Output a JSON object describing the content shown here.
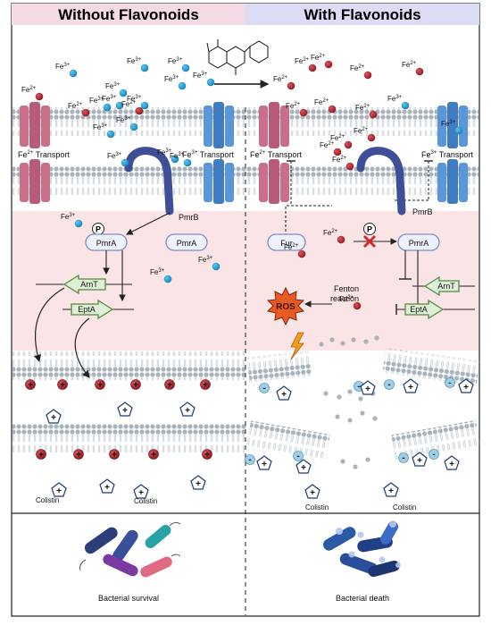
{
  "headers": {
    "left": "Without Flavonoids",
    "right": "With Flavonoids"
  },
  "ions": {
    "fe3": "Fe",
    "fe3_sup": "3+",
    "fe2": "Fe",
    "fe2_sup": "2+"
  },
  "left_panel": {
    "fe2_transport": "Fe",
    "fe2_transport_sup": "2+",
    "transport_word": "Transport",
    "fe3_transport": "Fe",
    "fe3_transport_sup": "3+",
    "pmrb": "PmrB",
    "phospho": "P",
    "pmra_active": "PmrA",
    "pmra_inactive": "PmrA",
    "arnt": "ArnT",
    "epta": "EptA",
    "colistin_1": "Colistin",
    "colistin_2": "Colistin",
    "outcome": "Bacterial survival"
  },
  "right_panel": {
    "fe2_transport": "Fe",
    "fe2_transport_sup": "2+",
    "transport_word": "Transport",
    "fe3_transport": "Fe",
    "fe3_transport_sup": "3+",
    "pmrb": "PmrB",
    "fur": "Fur",
    "phospho": "P",
    "pmra": "PmrA",
    "arnt": "ArnT",
    "epta": "EptA",
    "ros": "ROS",
    "fenton_1": "Fenton",
    "fenton_2": "reaction",
    "colistin_1": "Colistin",
    "colistin_2": "Colistin",
    "outcome": "Bacterial death"
  },
  "charges": {
    "plus": "+",
    "minus": "-"
  },
  "colors": {
    "left_header_bg": "#f3dbe6",
    "right_header_bg": "#dcdcf4",
    "fe3_blue": "#1f9bd1",
    "fe2_red": "#a8232a",
    "pink_zone": "#fbe4e6",
    "transporter_pink": "#c8708a",
    "transporter_blue": "#5b97d6",
    "pmrb_navy": "#3e4f97",
    "gene_green": "#4f8b3a",
    "ros_orange": "#e85a1f"
  }
}
